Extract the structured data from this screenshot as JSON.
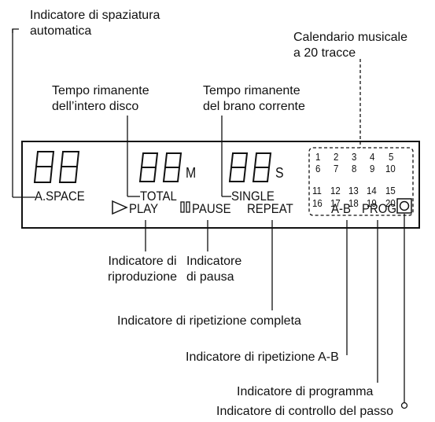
{
  "labels": {
    "auto_space": "Indicatore di spaziatura\nautomatica",
    "music_calendar": "Calendario musicale\na 20 tracce",
    "total_remaining": "Tempo rimanente\ndell’intero disco",
    "track_remaining": "Tempo rimanente\ndel brano corrente",
    "play_indicator": "Indicatore di\nriproduzione",
    "pause_indicator": "Indicatore\ndi pausa",
    "repeat_all": "Indicatore di ripetizione completa",
    "repeat_ab": "Indicatore di ripetizione A-B",
    "program": "Indicatore di programma",
    "pitch_control": "Indicatore di controllo del passo"
  },
  "display": {
    "a_space": "A.SPACE",
    "total": "TOTAL",
    "single": "SINGLE",
    "unit_m": "M",
    "unit_s": "S",
    "play": "PLAY",
    "pause": "PAUSE",
    "repeat": "REPEAT",
    "ab": "A-B",
    "prog": "PROG",
    "calendar": [
      "1",
      "2",
      "3",
      "4",
      "5",
      "6",
      "7",
      "8",
      "9",
      "10",
      "11",
      "12",
      "13",
      "14",
      "15",
      "16",
      "17",
      "18",
      "19",
      "20"
    ]
  }
}
